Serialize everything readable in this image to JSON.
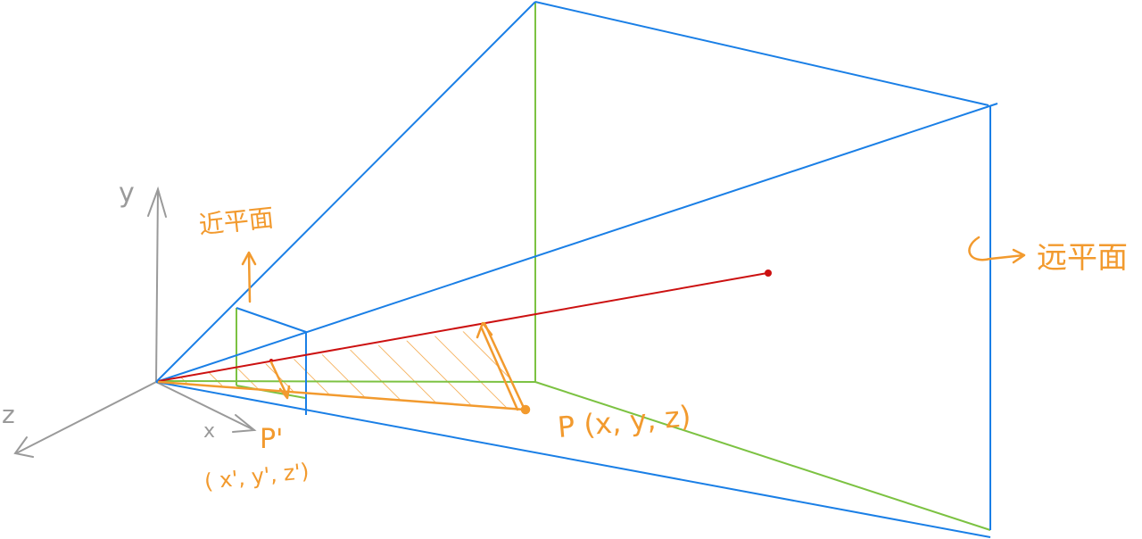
{
  "labels": {
    "y_axis": "y",
    "z_axis": "z",
    "x_axis": "x",
    "near_plane": "近平面",
    "far_plane": "远平面",
    "point_p_prime": "P'",
    "point_p_prime_coords": "( x', y', z')",
    "point_p": "P (x, y, z)"
  },
  "colors": {
    "frustum": "#1a7fe6",
    "plane_edge": "#7cc242",
    "axis": "#9a9a9a",
    "annotation": "#f29a2e",
    "ray": "#cc1111"
  }
}
